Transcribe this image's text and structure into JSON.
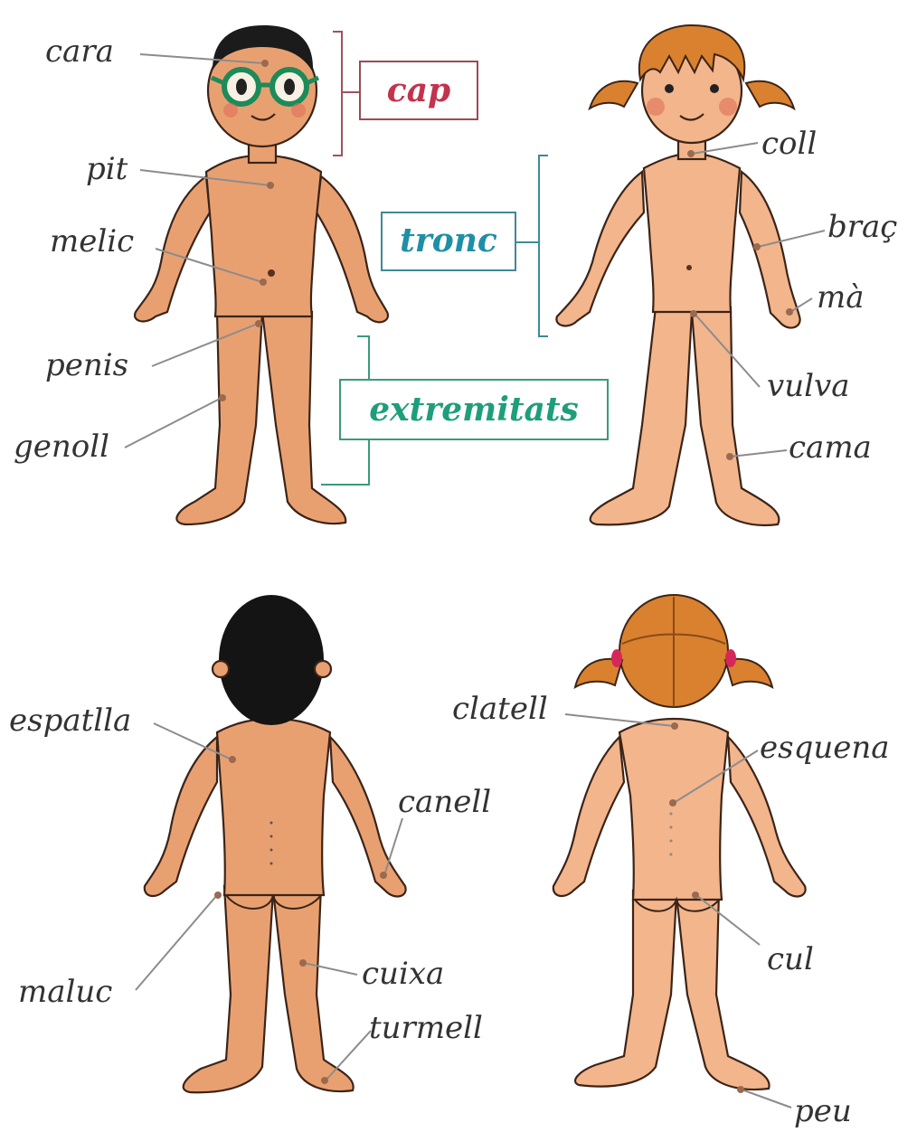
{
  "categories": {
    "cap": {
      "text": "cap",
      "color": "#c2334d",
      "border": "#9b4a55"
    },
    "tronc": {
      "text": "tronc",
      "color": "#1f8fa6",
      "border": "#3f8a96"
    },
    "extremitats": {
      "text": "extremitats",
      "color": "#1e9e7a",
      "border": "#3a9a7b"
    }
  },
  "labels": {
    "cara": "cara",
    "pit": "pit",
    "melic": "melic",
    "penis": "penis",
    "genoll": "genoll",
    "coll": "coll",
    "brac": "braç",
    "ma": "mà",
    "vulva": "vulva",
    "cama": "cama",
    "espatlla": "espatlla",
    "canell": "canell",
    "maluc": "maluc",
    "cuixa": "cuixa",
    "turmell": "turmell",
    "clatell": "clatell",
    "esquena": "esquena",
    "cul": "cul",
    "peu": "peu"
  },
  "colors": {
    "skin_boy": "#e9a071",
    "skin_girl": "#f3b58b",
    "hair_boy": "#1b1b1b",
    "hair_girl": "#d9812f",
    "glasses": "#1d8a5a"
  }
}
